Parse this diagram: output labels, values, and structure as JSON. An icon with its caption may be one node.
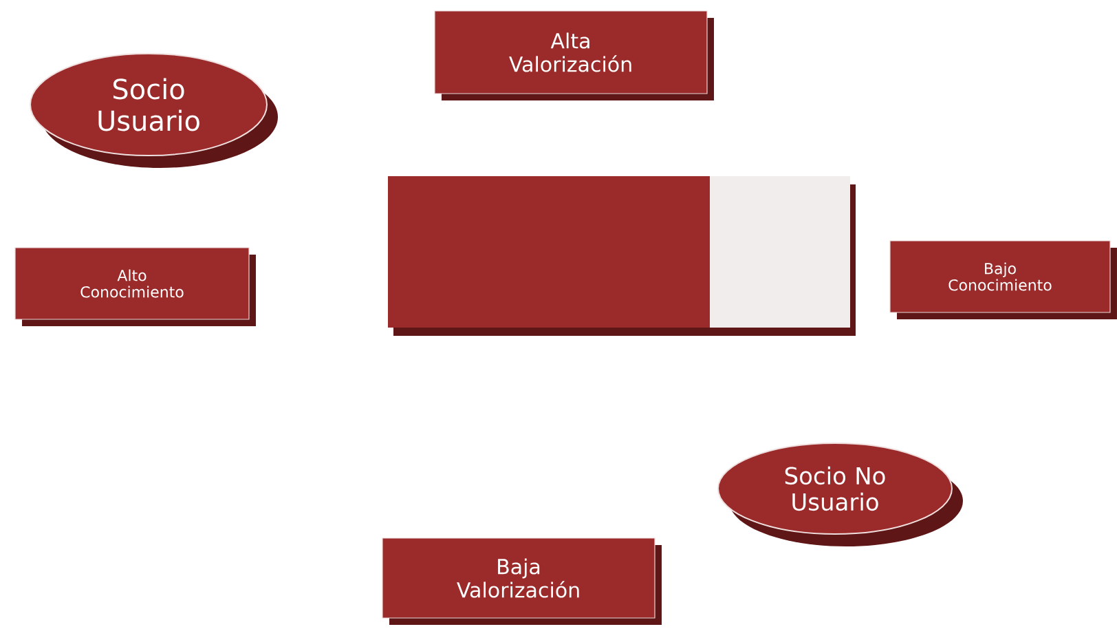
{
  "diagram": {
    "nodes": [
      {
        "text": [
          "Alta Valorización"
        ]
      },
      {
        "text": [
          "Socio Usuario"
        ]
      },
      {
        "text": [],
        "shape": "bar"
      },
      {
        "text": [
          "Alto Conocimiento"
        ]
      },
      {
        "text": [
          "Bajo Conocimiento"
        ]
      },
      {
        "text": [
          "Socio No Usuario"
        ]
      },
      {
        "text": [
          "Baja Valorización"
        ]
      }
    ]
  }
}
